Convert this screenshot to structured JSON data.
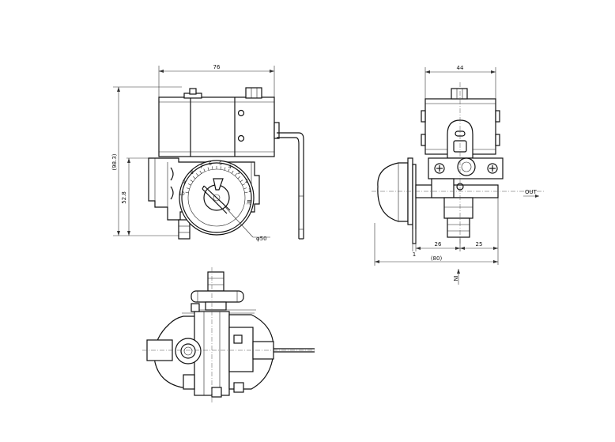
{
  "dimensions": {
    "front_width": "76",
    "front_height": "(98.3)",
    "front_mid_height": "52.8",
    "dial_diameter": "φ50",
    "side_width": "44",
    "side_overall": "(80)",
    "side_seg_1": "1",
    "side_seg_2": "26",
    "side_seg_3": "25"
  },
  "ports": {
    "out_label": "OUT",
    "in_label": "IN"
  },
  "dial": {
    "scale": [
      "1",
      "2",
      "3",
      "4",
      "5",
      "6",
      "7",
      "8",
      "9",
      "10"
    ],
    "extra_mark": "用"
  }
}
